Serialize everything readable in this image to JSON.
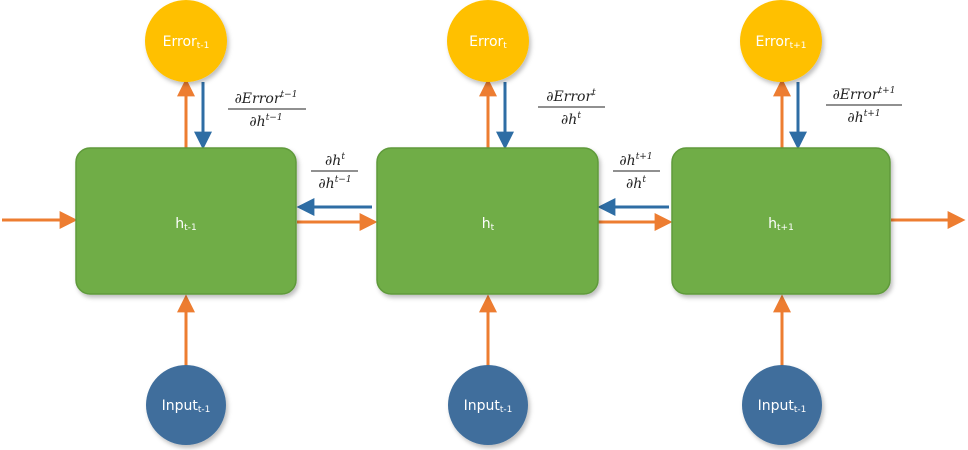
{
  "colors": {
    "hidden_fill": "#70AD47",
    "hidden_stroke": "#5f9a3a",
    "error_fill": "#FFC000",
    "input_fill": "#3F6E9C",
    "forward_arrow": "#ED7D31",
    "backward_arrow": "#2E6DA4"
  },
  "hidden_states": [
    {
      "base": "h",
      "sub": "t-1"
    },
    {
      "base": "h",
      "sub": "t"
    },
    {
      "base": "h",
      "sub": "t+1"
    }
  ],
  "errors": [
    {
      "base": "Error",
      "sub": "t-1"
    },
    {
      "base": "Error",
      "sub": "t"
    },
    {
      "base": "Error",
      "sub": "t+1"
    }
  ],
  "inputs": [
    {
      "base": "Input",
      "sub": "t-1"
    },
    {
      "base": "Input",
      "sub": "t-1"
    },
    {
      "base": "Input",
      "sub": "t-1"
    }
  ],
  "error_gradients": [
    {
      "num": "∂Error",
      "num_sup": "t−1",
      "den": "∂h",
      "den_sup": "t−1"
    },
    {
      "num": "∂Error",
      "num_sup": "t",
      "den": "∂h",
      "den_sup": "t"
    },
    {
      "num": "∂Error",
      "num_sup": "t+1",
      "den": "∂h",
      "den_sup": "t+1"
    }
  ],
  "hidden_gradients": [
    {
      "num": "∂h",
      "num_sup": "t",
      "den": "∂h",
      "den_sup": "t−1"
    },
    {
      "num": "∂h",
      "num_sup": "t+1",
      "den": "∂h",
      "den_sup": "t"
    }
  ]
}
